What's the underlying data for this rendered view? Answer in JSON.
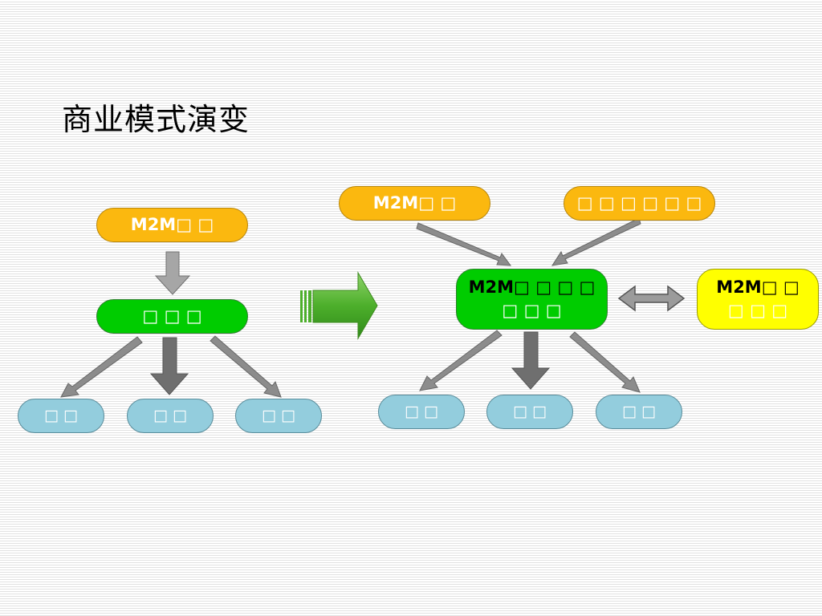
{
  "page": {
    "title": "商业模式演变"
  },
  "left_diagram": {
    "top_node": "M2M□ □",
    "middle_node": "□ □ □",
    "bottom_nodes": [
      "□ □",
      "□ □",
      "□ □"
    ]
  },
  "right_diagram": {
    "top_left_node": "M2M□ □",
    "top_right_node": "□ □ □ □ □ □",
    "center_node_line1": "M2M□ □ □ □",
    "center_node_line2": "□ □ □",
    "side_node_line1": "M2M□ □",
    "side_node_line2": "□ □ □",
    "bottom_nodes": [
      "□ □",
      "□ □",
      "□ □"
    ]
  },
  "colors": {
    "orange": "#fbb80f",
    "green": "#00cc00",
    "yellow": "#ffff00",
    "light_blue": "#93cddd",
    "arrow_gray": "#808080",
    "transition_arrow_green": "#4daf2b"
  },
  "icons": [
    "arrow-down-icon",
    "arrow-diagonal-icon",
    "transition-arrow-right-icon",
    "double-headed-arrow-icon"
  ]
}
